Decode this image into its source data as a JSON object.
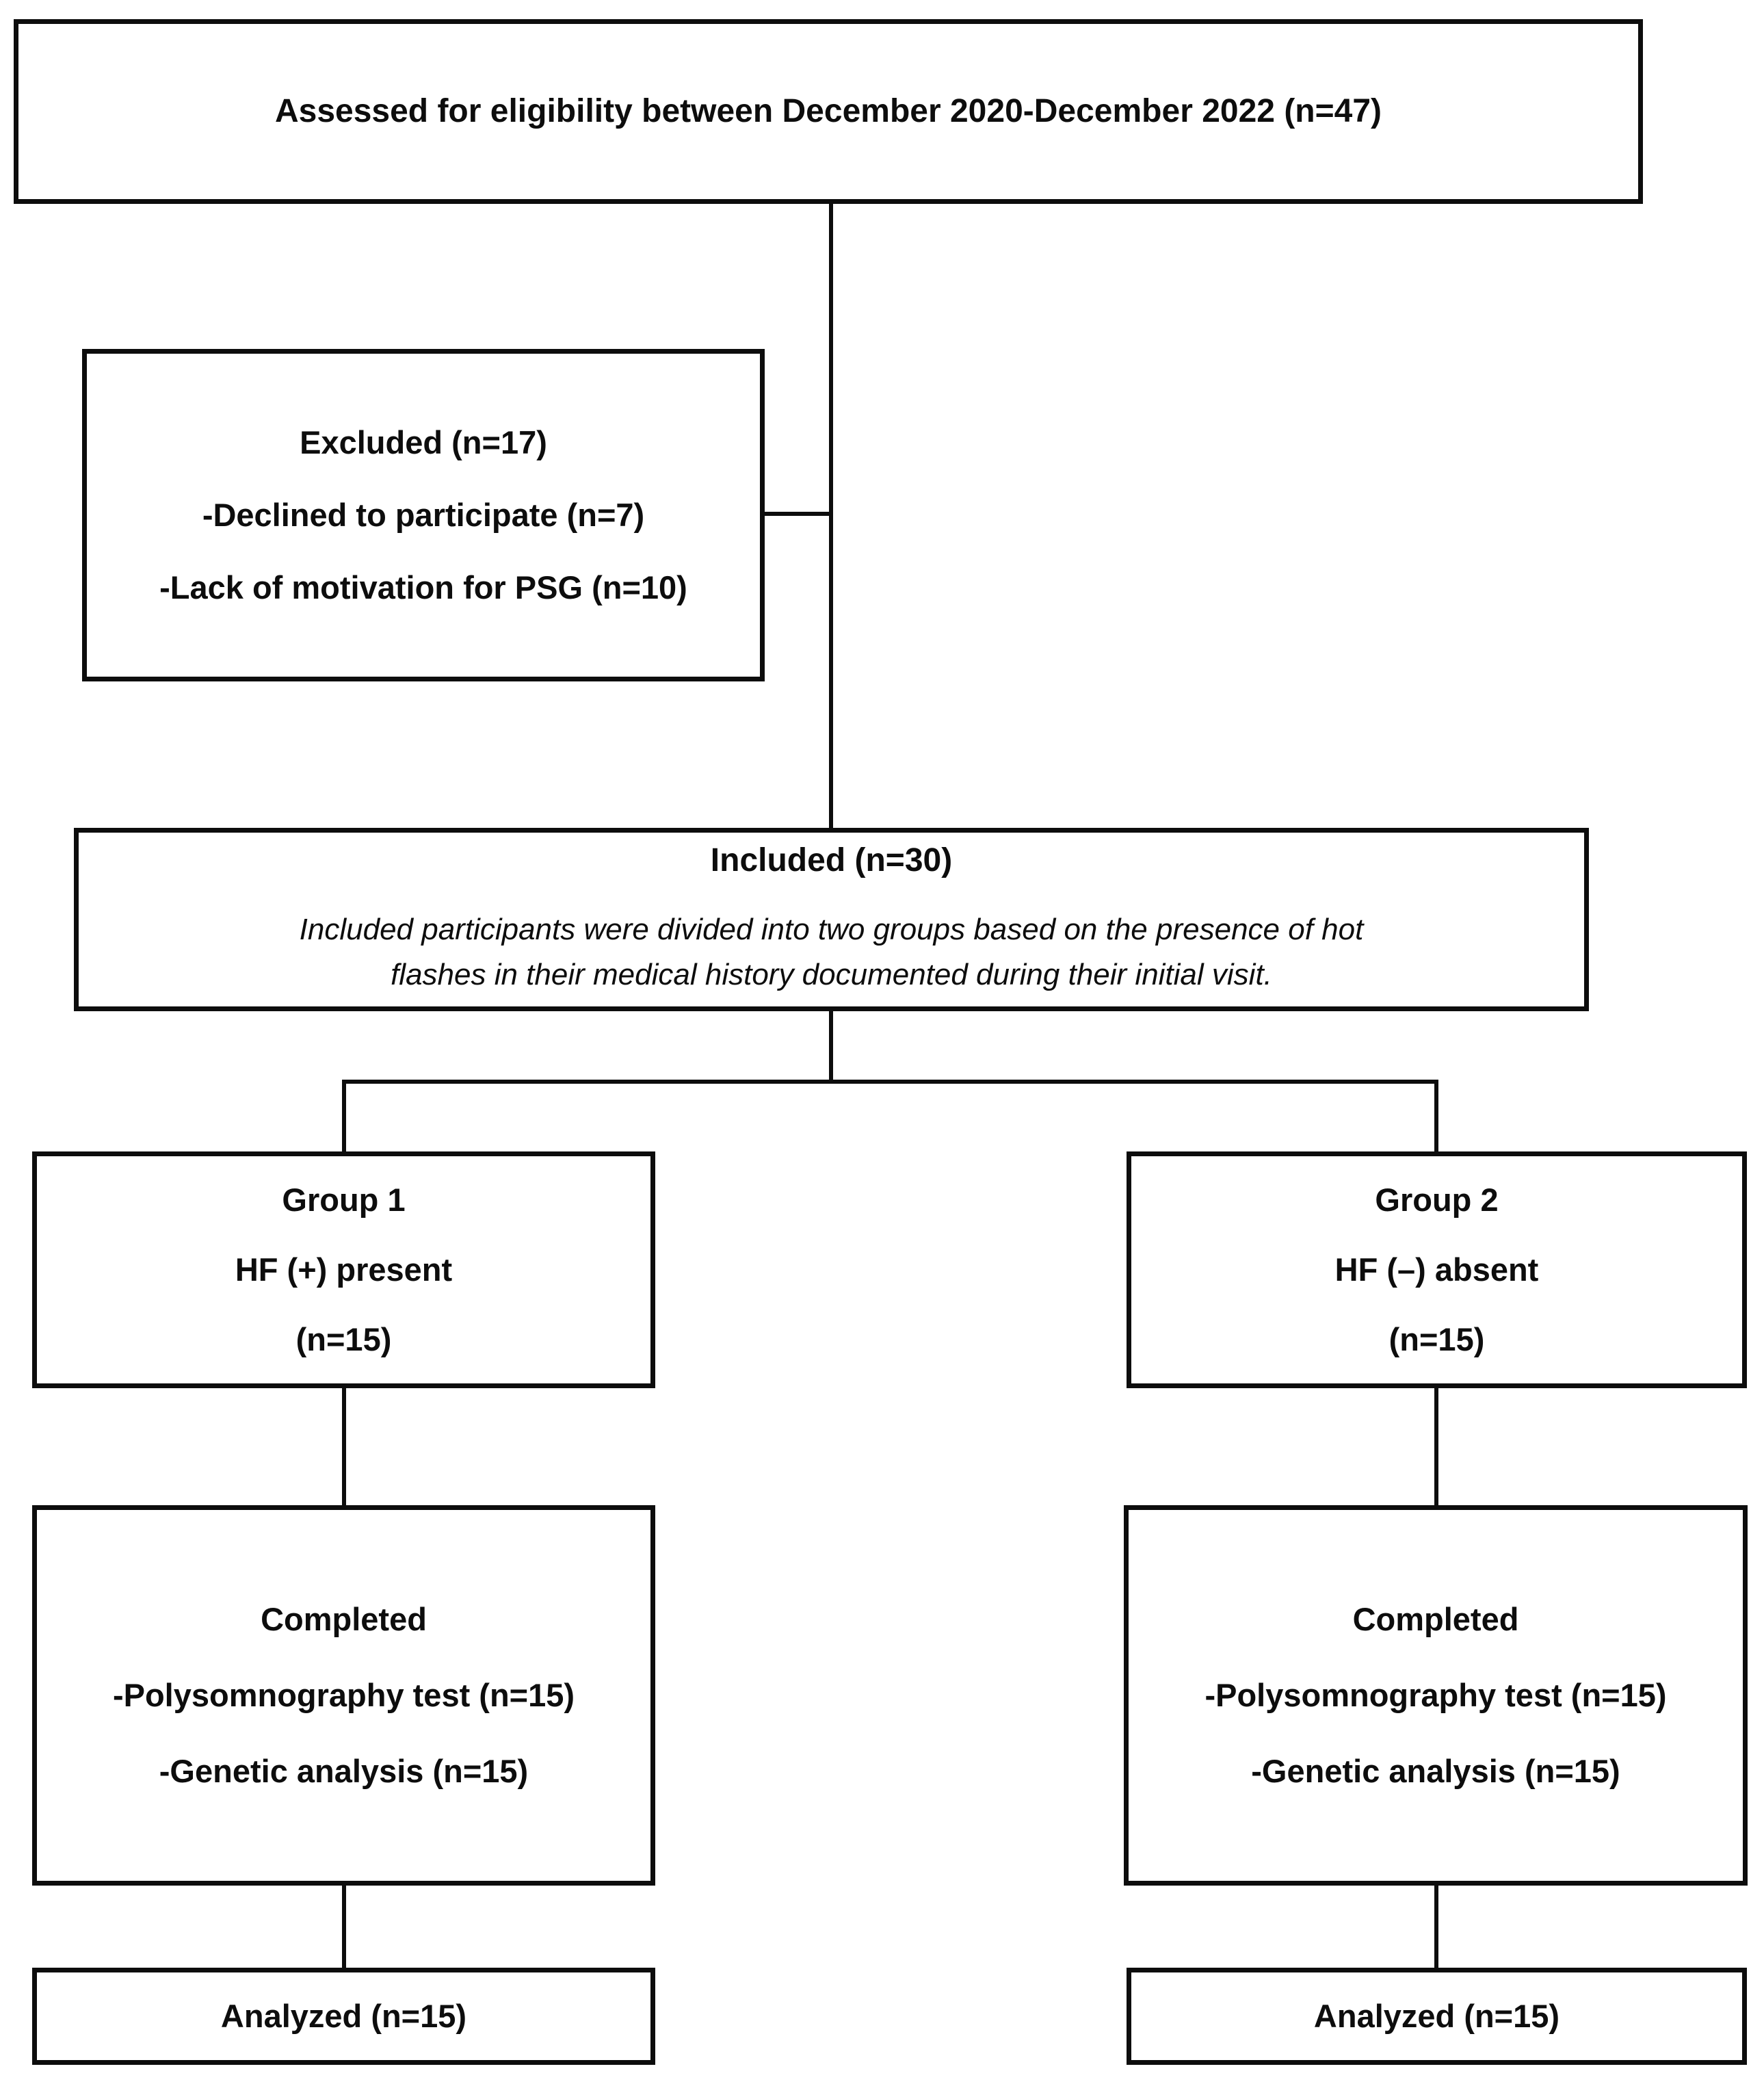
{
  "figure": {
    "background": "#ffffff",
    "line_color": "#0d0d0d",
    "text_color": "#0d0d0d"
  },
  "nodes": {
    "assessed": {
      "text": "Assessed for eligibility between December 2020-December 2022 (n=47)"
    },
    "excluded": {
      "title": "Excluded (n=17)",
      "items": [
        "-Declined to participate (n=7)",
        "-Lack of motivation for PSG (n=10)"
      ]
    },
    "included": {
      "title": "Included (n=30)",
      "note_lines": [
        "Included participants were divided into two groups based on the presence of hot",
        "flashes in their medical history documented during their initial visit."
      ]
    },
    "group1": {
      "lines": [
        "Group 1",
        "HF (+) present",
        "(n=15)"
      ]
    },
    "group2": {
      "lines": [
        "Group 2",
        "HF (–) absent",
        "(n=15)"
      ]
    },
    "completed1": {
      "title": "Completed",
      "items": [
        "-Polysomnography test (n=15)",
        "-Genetic analysis (n=15)"
      ]
    },
    "completed2": {
      "title": "Completed",
      "items": [
        "-Polysomnography test (n=15)",
        "-Genetic analysis (n=15)"
      ]
    },
    "analyzed1": {
      "text": "Analyzed (n=15)"
    },
    "analyzed2": {
      "text": "Analyzed (n=15)"
    }
  }
}
